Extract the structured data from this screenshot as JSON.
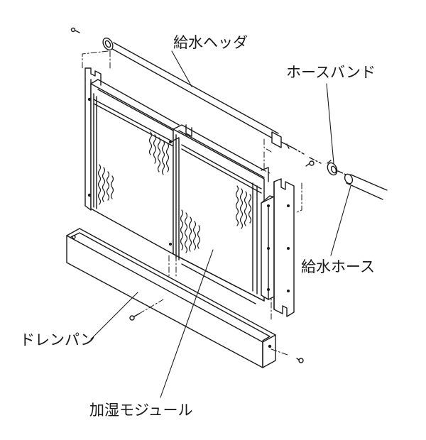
{
  "labels": {
    "supply_header": "給水ヘッダ",
    "hose_band": "ホースバンド",
    "supply_hose": "給水ホース",
    "drain_pan": "ドレンパン",
    "humidifier_module": "加湿モジュール"
  },
  "colors": {
    "line": "#1a1a1a",
    "background": "#ffffff"
  }
}
